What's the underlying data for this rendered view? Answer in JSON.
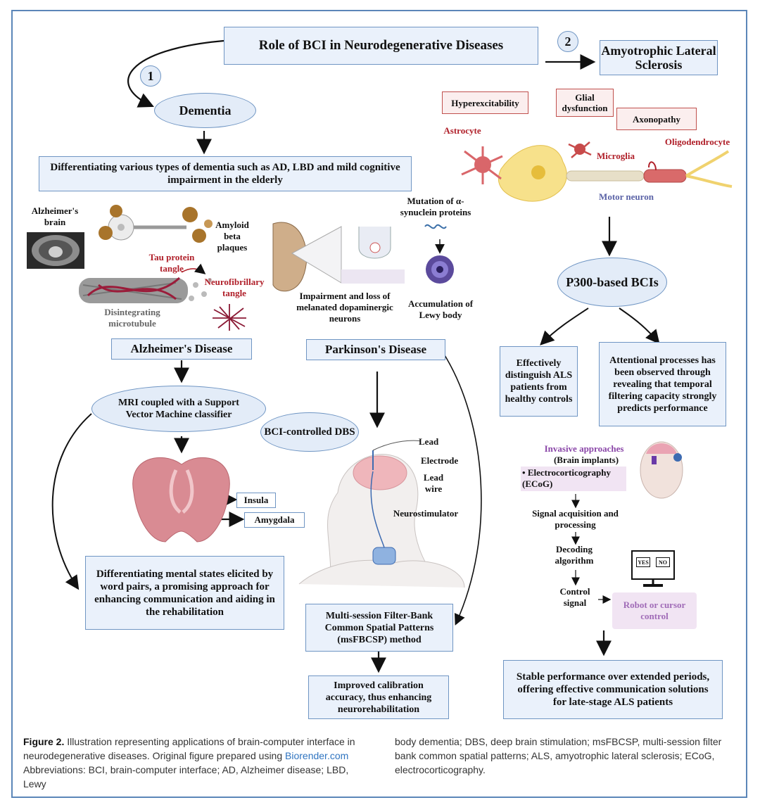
{
  "title": "Role of BCI in Neurodegenerative Diseases",
  "num1": "1",
  "num2": "2",
  "dementia": {
    "oval": "Dementia",
    "box": "Differentiating various types of dementia such as AD, LBD and mild cognitive impairment in the elderly",
    "ad_brain": "Alzheimer's brain",
    "amyloid": "Amyloid beta plaques",
    "tau": "Tau protein tangle",
    "neurofib": "Neurofibrillary tangle",
    "disint": "Disintegrating microtubule",
    "ad_box": "Alzheimer's Disease",
    "mri_oval": "MRI coupled with a Support Vector Machine classifier",
    "insula": "Insula",
    "amygdala": "Amygdala",
    "mental_box": "Differentiating mental states elicited by word pairs, a promising approach for enhancing communication and aiding in the rehabilitation"
  },
  "parkinson": {
    "mutation": "Mutation of α-synuclein proteins",
    "lewy": "Accumulation of Lewy body",
    "impair": "Impairment and loss of melanated dopaminergic neurons",
    "pd_box": "Parkinson's Disease",
    "dbs_oval": "BCI-controlled DBS",
    "lead": "Lead",
    "electrode": "Electrode",
    "lead_wire": "Lead wire",
    "neurostim": "Neurostimulator",
    "msfbcsp_box": "Multi-session Filter-Bank Common Spatial Patterns (msFBCSP) method",
    "calib_box": "Improved calibration accuracy, thus enhancing neurorehabilitation"
  },
  "als": {
    "title_box": "Amyotrophic Lateral Sclerosis",
    "hyper": "Hyperexcitability",
    "glial": "Glial dysfunction",
    "axono": "Axonopathy",
    "astro": "Astrocyte",
    "microglia": "Microglia",
    "oligo": "Oligodendrocyte",
    "motor": "Motor neuron",
    "p300_oval": "P300-based BCIs",
    "distinguish_box": "Effectively distinguish ALS patients from healthy controls",
    "attention_box": "Attentional processes has been observed through revealing that temporal filtering capacity strongly predicts performance",
    "invasive": "Invasive approaches",
    "implants": "(Brain implants)",
    "ecog": "Electrocorticography (ECoG)",
    "signal": "Signal acquisition and processing",
    "decoding": "Decoding algorithm",
    "control": "Control signal",
    "robot": "Robot or cursor control",
    "yes": "YES",
    "no": "NO",
    "stable_box": "Stable performance over extended periods, offering effective communication solutions for late-stage ALS patients"
  },
  "caption": {
    "label": "Figure 2.",
    "text1": "Illustration representing applications of brain-computer interface in neurodegenerative diseases. Original figure prepared using",
    "link": "Biorender.com",
    "text2": "Abbreviations: BCI, brain-computer interface; AD, Alzheimer disease; LBD, Lewy",
    "text3": "body dementia; DBS, deep brain stimulation; msFBCSP, multi-session filter bank common spatial patterns; ALS, amyotrophic lateral sclerosis; ECoG, electrocorticography."
  }
}
